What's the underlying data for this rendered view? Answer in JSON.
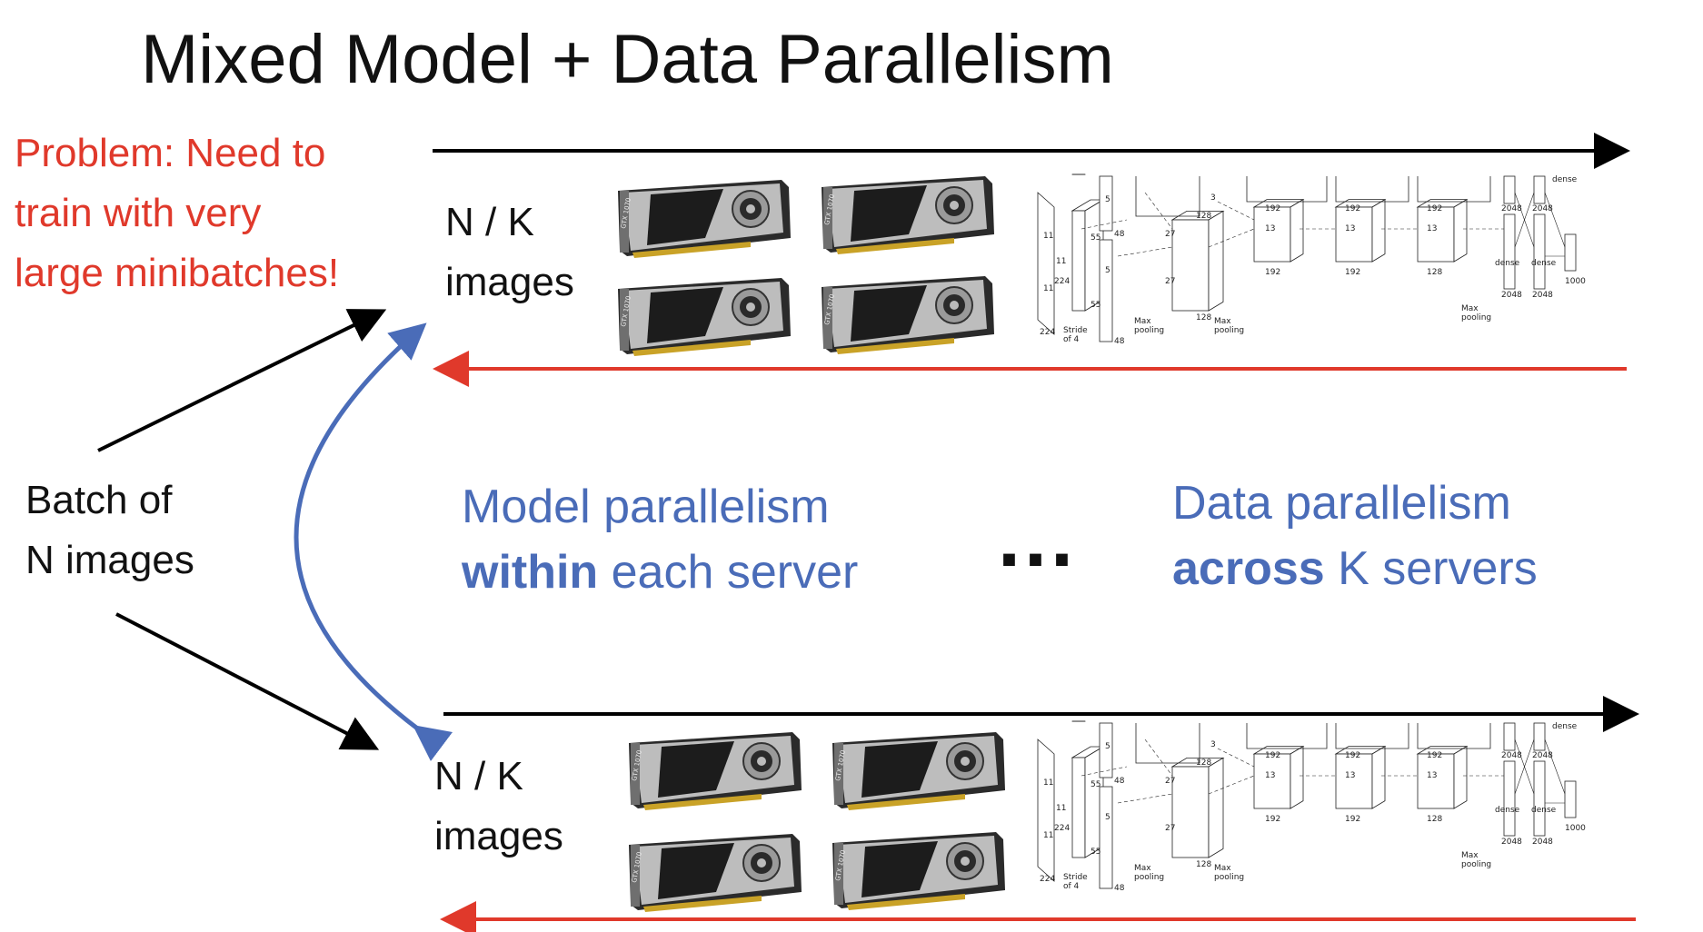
{
  "title": "Mixed Model + Data Parallelism",
  "problem": {
    "line1": "Problem: Need to",
    "line2": "train with very",
    "line3": "large minibatches!"
  },
  "batch": {
    "line1": "Batch of",
    "line2": "N images"
  },
  "server_top": {
    "line1": "N / K",
    "line2": "images"
  },
  "server_bottom": {
    "line1": "N / K",
    "line2": "images"
  },
  "model_parallelism": {
    "line1": "Model parallelism",
    "line2_bold": "within",
    "line2_rest": " each server"
  },
  "data_parallelism": {
    "line1": "Data parallelism",
    "line2_bold": "across",
    "line2_rest": " K servers"
  },
  "ellipsis": "...",
  "gpu_label": "GTX 1070",
  "network_labels": {
    "stride": "Stride",
    "of4": "of 4",
    "maxpool": "Max",
    "pooling": "pooling",
    "dense": "dense",
    "n224": "224",
    "n11": "11",
    "n55": "55",
    "n48": "48",
    "n5": "5",
    "n27": "27",
    "n128": "128",
    "n3": "3",
    "n13": "13",
    "n192": "192",
    "n2048": "2048",
    "n1000": "1000"
  },
  "colors": {
    "forward_arrow": "#000000",
    "backward_arrow": "#e0392b",
    "blue": "#4a6cb8",
    "problem_text": "#e0392b"
  }
}
